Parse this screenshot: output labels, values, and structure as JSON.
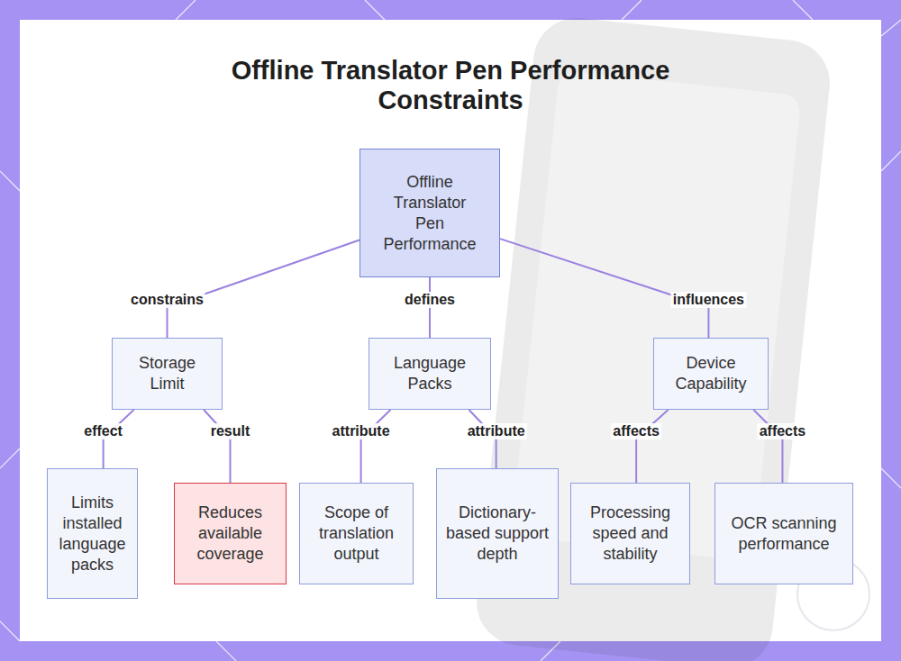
{
  "diagram": {
    "title": "Offline Translator Pen Performance Constraints",
    "nodes": [
      {
        "text": [
          "Offline Translator Pen Performance"
        ]
      },
      {
        "text": [
          "Storage Limit"
        ]
      },
      {
        "text": [
          "Language Packs"
        ]
      },
      {
        "text": [
          "Device Capability"
        ]
      },
      {
        "text": [
          "Limits installed language packs"
        ]
      },
      {
        "text": [
          "Reduces available coverage"
        ]
      },
      {
        "text": [
          "Scope of translation output"
        ]
      },
      {
        "text": [
          "Dictionary-based support depth"
        ]
      },
      {
        "text": [
          "Processing speed and stability"
        ]
      },
      {
        "text": [
          "OCR scanning performance"
        ]
      }
    ],
    "edges": [
      {
        "from": 0,
        "to": 1,
        "label": "constrains",
        "arrow": "none"
      },
      {
        "from": 0,
        "to": 2,
        "label": "defines",
        "arrow": "none"
      },
      {
        "from": 0,
        "to": 3,
        "label": "influences",
        "arrow": "none"
      },
      {
        "from": 1,
        "to": 4,
        "label": "effect",
        "arrow": "none"
      },
      {
        "from": 1,
        "to": 5,
        "label": "result",
        "arrow": "none"
      },
      {
        "from": 2,
        "to": 6,
        "label": "attribute",
        "arrow": "none"
      },
      {
        "from": 2,
        "to": 7,
        "label": "attribute",
        "arrow": "none"
      },
      {
        "from": 3,
        "to": 8,
        "label": "affects",
        "arrow": "none"
      },
      {
        "from": 3,
        "to": 9,
        "label": "affects",
        "arrow": "none"
      }
    ]
  }
}
